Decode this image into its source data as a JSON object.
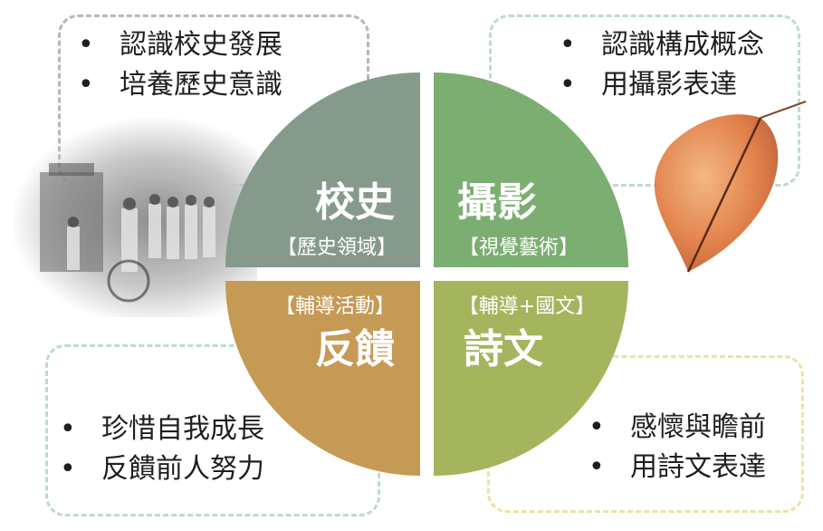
{
  "quadrants": {
    "history": {
      "title": "校史",
      "subtitle": "【歷史領域】",
      "color": "#869a8c"
    },
    "photo": {
      "title": "攝影",
      "subtitle": "【視覺藝術】",
      "color": "#7cae72"
    },
    "feedback": {
      "title": "反饋",
      "subtitle": "【輔導活動】",
      "color": "#c59a55"
    },
    "poetry": {
      "title": "詩文",
      "subtitle": "【輔導+國文】",
      "color": "#a5b55e"
    }
  },
  "boxes": {
    "top_left": {
      "items": [
        "認識校史發展",
        "培養歷史意識"
      ]
    },
    "top_right": {
      "items": [
        "認識構成概念",
        "用攝影表達"
      ]
    },
    "bottom_left": {
      "items": [
        "珍惜自我成長",
        "反饋前人努力"
      ]
    },
    "bottom_right": {
      "items": [
        "感懷與瞻前",
        "用詩文表達"
      ]
    }
  },
  "bullet_symbol": "•"
}
